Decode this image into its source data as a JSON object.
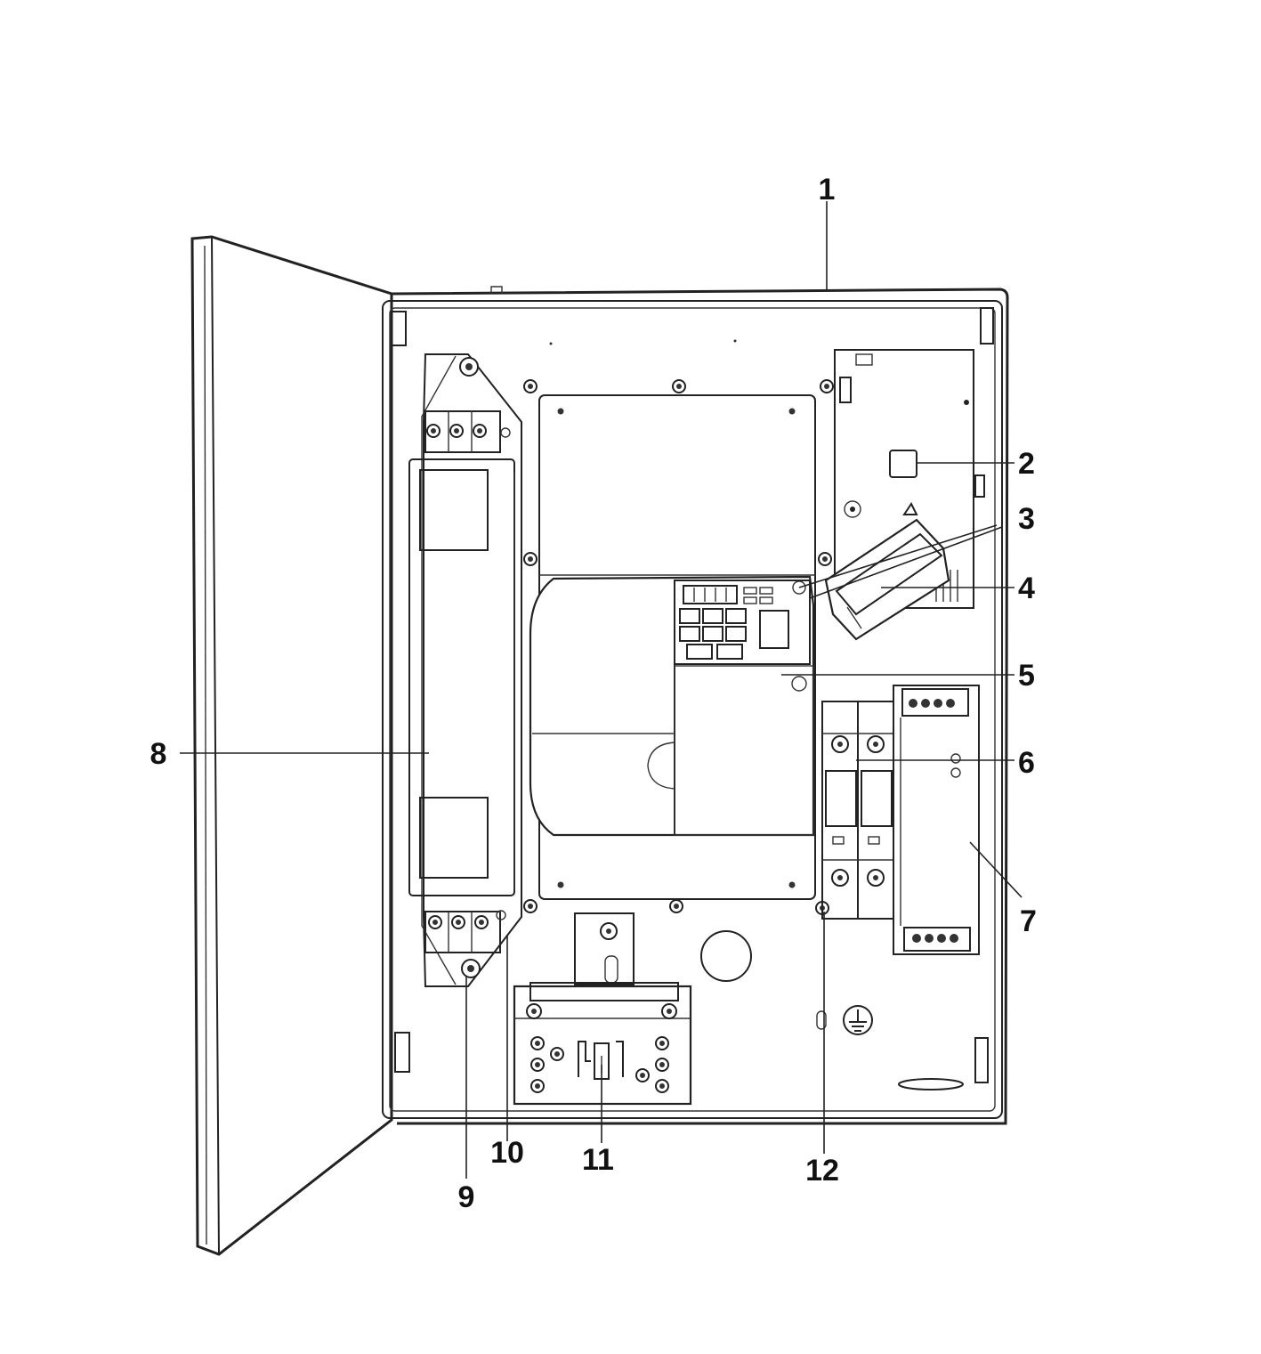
{
  "callouts": [
    {
      "id": "1",
      "label": "1"
    },
    {
      "id": "2",
      "label": "2"
    },
    {
      "id": "3",
      "label": "3"
    },
    {
      "id": "4",
      "label": "4"
    },
    {
      "id": "5",
      "label": "5"
    },
    {
      "id": "6",
      "label": "6"
    },
    {
      "id": "7",
      "label": "7"
    },
    {
      "id": "8",
      "label": "8"
    },
    {
      "id": "9",
      "label": "9"
    },
    {
      "id": "10",
      "label": "10"
    },
    {
      "id": "11",
      "label": "11"
    },
    {
      "id": "12",
      "label": "12"
    }
  ],
  "colors": {
    "line": "#222222",
    "background": "#ffffff"
  }
}
